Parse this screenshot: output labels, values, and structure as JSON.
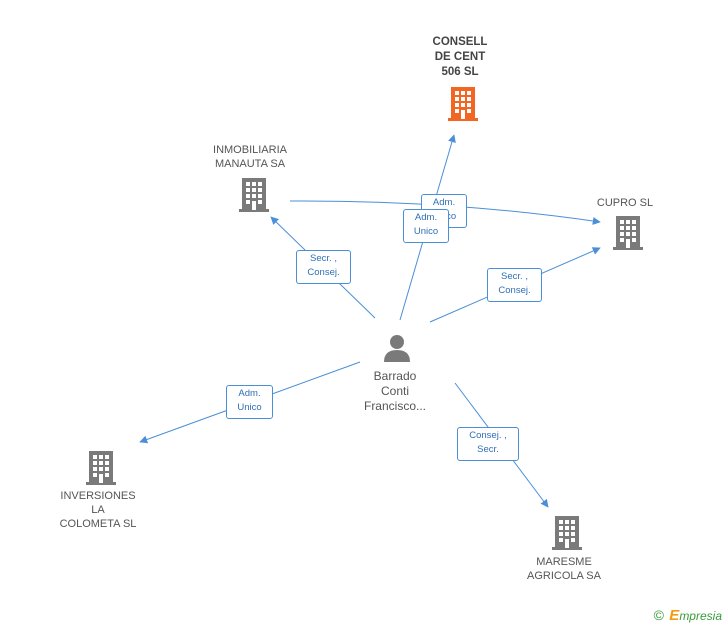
{
  "colors": {
    "edge": "#4a8fd8",
    "company": "#7a7a7a",
    "highlight": "#f26522",
    "person": "#7a7a7a"
  },
  "nodes": {
    "consell": {
      "lines": [
        "CONSELL",
        "DE CENT",
        "506  SL"
      ],
      "icon": "building-icon"
    },
    "inmobiliaria": {
      "lines": [
        "INMOBILIARIA",
        "MANAUTA SA"
      ],
      "icon": "building-icon"
    },
    "cupro": {
      "lines": [
        "CUPRO SL"
      ],
      "icon": "building-icon"
    },
    "person": {
      "lines": [
        "Barrado",
        "Conti",
        "Francisco..."
      ],
      "icon": "person-icon"
    },
    "inversiones": {
      "lines": [
        "INVERSIONES",
        "LA",
        "COLOMETA  SL"
      ],
      "icon": "building-icon"
    },
    "maresme": {
      "lines": [
        "MARESME",
        "AGRICOLA SA"
      ],
      "icon": "building-icon"
    }
  },
  "edge_labels": {
    "consell_back": [
      "Adm.",
      "Unico"
    ],
    "consell_front": [
      "Adm.",
      "Unico"
    ],
    "inmobiliaria": [
      "Secr. ,",
      "Consej."
    ],
    "cupro": [
      "Secr. ,",
      "Consej."
    ],
    "inversiones": [
      "Adm.",
      "Unico"
    ],
    "maresme": [
      "Consej. ,",
      "Secr."
    ]
  },
  "footer": {
    "copyright": "©",
    "brand_initial": "E",
    "brand_rest": "mpresia"
  }
}
